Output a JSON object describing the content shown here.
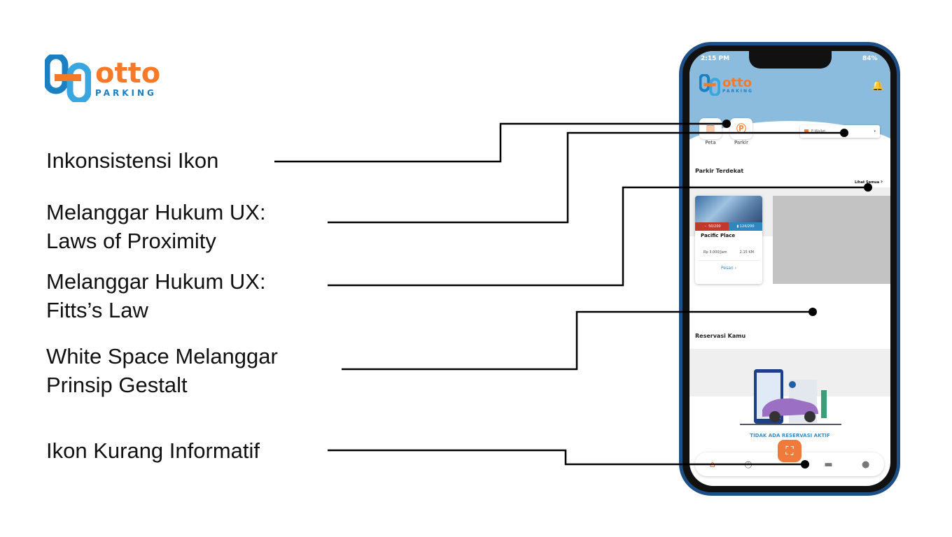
{
  "slide_logo": {
    "word": "otto",
    "sub": "PARKING"
  },
  "annotations": [
    {
      "lines": [
        "Inkonsistensi Ikon"
      ]
    },
    {
      "lines": [
        "Melanggar Hukum UX:",
        "Laws of Proximity"
      ]
    },
    {
      "lines": [
        "Melanggar Hukum UX:",
        "Fitts’s Law"
      ]
    },
    {
      "lines": [
        "White Space Melanggar",
        "Prinsip Gestalt"
      ]
    },
    {
      "lines": [
        "Ikon Kurang Informatif"
      ]
    }
  ],
  "phone": {
    "status": {
      "time": "2:15 PM",
      "battery": "84%"
    },
    "app_logo": {
      "word": "otto",
      "sub": "PARKING"
    },
    "quick_actions": [
      {
        "label": "Peta",
        "icon": "map-icon"
      },
      {
        "label": "Parkir",
        "icon": "parking-pin-icon"
      }
    ],
    "ewallet_label": "E-Wallet",
    "nearby_title": "Parkir Terdekat",
    "see_all": "Lihat Semua",
    "card": {
      "car_slots": "50/200",
      "moto_slots": "124/200",
      "name": "Pacific Place",
      "price": "Rp 3.000/Jam",
      "distance": "2.15 KM",
      "action": "Pesan"
    },
    "reservation_title": "Reservasi Kamu",
    "empty_text": "TIDAK ADA RESERVASI AKTIF",
    "nav": [
      "home-icon",
      "history-icon",
      "scan-icon",
      "wallet-icon",
      "profile-icon"
    ],
    "colors": {
      "accent": "#f47a2a",
      "blue": "#1b7fc4",
      "header": "#8bbcdd"
    }
  }
}
